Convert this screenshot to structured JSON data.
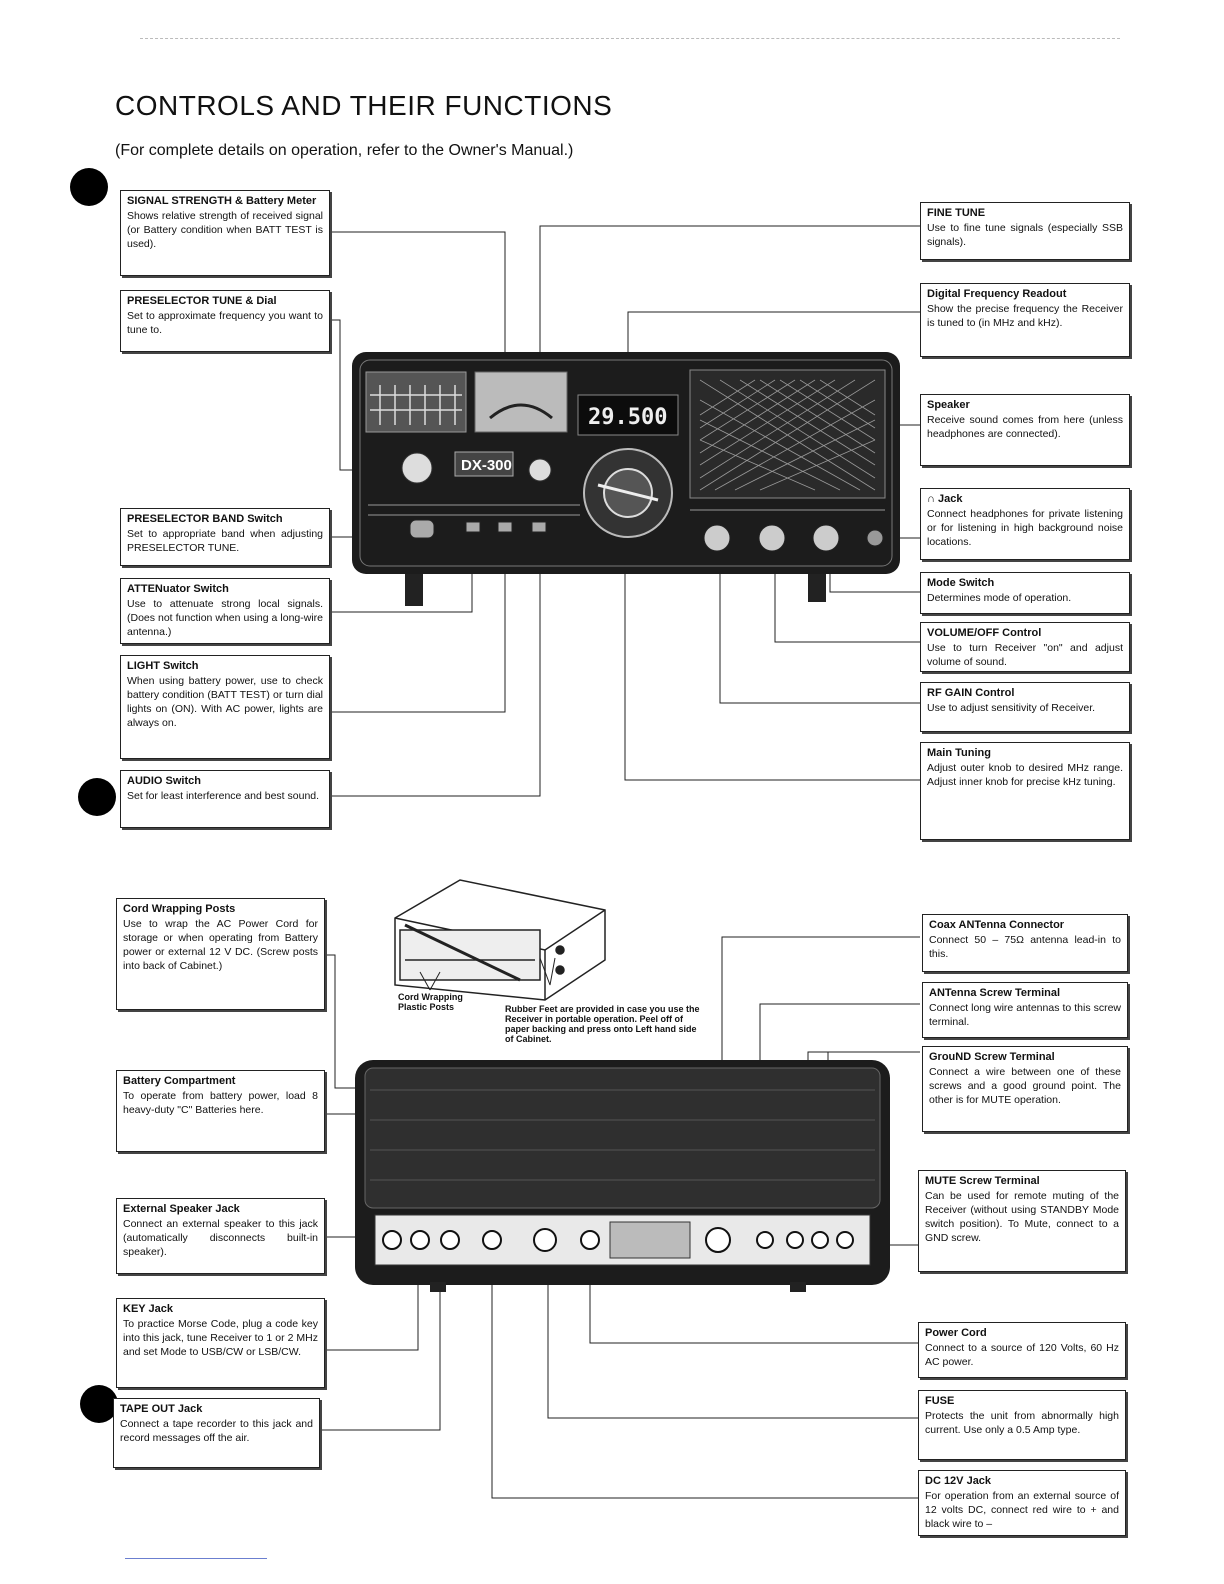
{
  "page": {
    "title": "CONTROLS AND THEIR FUNCTIONS",
    "subtitle": "(For complete details on operation, refer to the Owner's Manual.)"
  },
  "front_panel": {
    "model_label": "DX-300",
    "frequency_display": "29.500",
    "left_callouts": [
      {
        "heading": "SIGNAL STRENGTH & Battery Meter",
        "text": "Shows relative strength of received signal (or Battery condition when BATT TEST is used)."
      },
      {
        "heading": "PRESELECTOR TUNE & Dial",
        "text": "Set to approximate frequency you want to tune to."
      },
      {
        "heading": "PRESELECTOR BAND Switch",
        "text": "Set to appropriate band when adjusting PRESELECTOR TUNE."
      },
      {
        "heading": "ATTENuator Switch",
        "text": "Use to attenuate strong local signals. (Does not function when using a long-wire antenna.)"
      },
      {
        "heading": "LIGHT Switch",
        "text": "When using battery power, use to check battery condition (BATT TEST) or turn dial lights on (ON). With AC power, lights are always on."
      },
      {
        "heading": "AUDIO Switch",
        "text": "Set for least interference and best sound."
      }
    ],
    "right_callouts": [
      {
        "heading": "FINE TUNE",
        "text": "Use to fine tune signals (especially SSB signals)."
      },
      {
        "heading": "Digital Frequency Readout",
        "text": "Show the precise frequency the Receiver is tuned to (in MHz and kHz)."
      },
      {
        "heading": "Speaker",
        "text": "Receive sound comes from here (unless headphones are connected)."
      },
      {
        "heading": "Jack",
        "text": "Connect headphones for private listening or for listening in high background noise locations."
      },
      {
        "heading": "Mode Switch",
        "text": "Determines mode of operation."
      },
      {
        "heading": "VOLUME/OFF Control",
        "text": "Use to turn Receiver \"on\" and adjust volume of sound."
      },
      {
        "heading": "RF GAIN Control",
        "text": "Use to adjust sensitivity of Receiver."
      },
      {
        "heading": "Main Tuning",
        "text": "Adjust outer knob to desired MHz range. Adjust inner knob for precise kHz tuning."
      }
    ]
  },
  "back_panel": {
    "captions": {
      "cord_posts": "Cord Wrapping Plastic Posts",
      "rubber_feet": "Rubber Feet are provided in case you use the Receiver in portable operation. Peel off of paper backing and press onto Left hand side of Cabinet."
    },
    "left_callouts": [
      {
        "heading": "Cord Wrapping Posts",
        "text": "Use to wrap the AC Power Cord for storage or when operating from Battery power or external 12 V DC. (Screw posts into back of Cabinet.)"
      },
      {
        "heading": "Battery Compartment",
        "text": "To operate from battery power, load 8 heavy-duty \"C\" Batteries here."
      },
      {
        "heading": "External Speaker Jack",
        "text": "Connect an external speaker to this jack (automatically disconnects built-in speaker)."
      },
      {
        "heading": "KEY Jack",
        "text": "To practice Morse Code, plug a code key into this jack, tune Receiver to 1 or 2 MHz and set Mode to USB/CW or LSB/CW."
      },
      {
        "heading": "TAPE OUT Jack",
        "text": "Connect a tape recorder to this jack and record messages off the air."
      }
    ],
    "right_callouts": [
      {
        "heading": "Coax ANTenna Connector",
        "text": "Connect 50 – 75Ω antenna lead-in to this."
      },
      {
        "heading": "ANTenna Screw Terminal",
        "text": "Connect long wire antennas to this screw terminal."
      },
      {
        "heading": "GrouND Screw Terminal",
        "text": "Connect a wire between one of these screws and a good ground point. The other is for MUTE operation."
      },
      {
        "heading": "MUTE Screw Terminal",
        "text": "Can be used for remote muting of the Receiver (without using STANDBY Mode switch position). To Mute, connect to a GND screw."
      },
      {
        "heading": "Power Cord",
        "text": "Connect to a source of 120 Volts, 60 Hz AC power."
      },
      {
        "heading": "FUSE",
        "text": "Protects the unit from abnormally high current. Use only a 0.5 Amp type."
      },
      {
        "heading": "DC 12V Jack",
        "text": "For operation from an external source of 12 volts DC, connect red wire to + and black wire to –"
      }
    ]
  },
  "colors": {
    "ink": "#111111",
    "panel_dark": "#1c1c1c",
    "panel_mid": "#3a3a3a",
    "paper": "#ffffff"
  }
}
